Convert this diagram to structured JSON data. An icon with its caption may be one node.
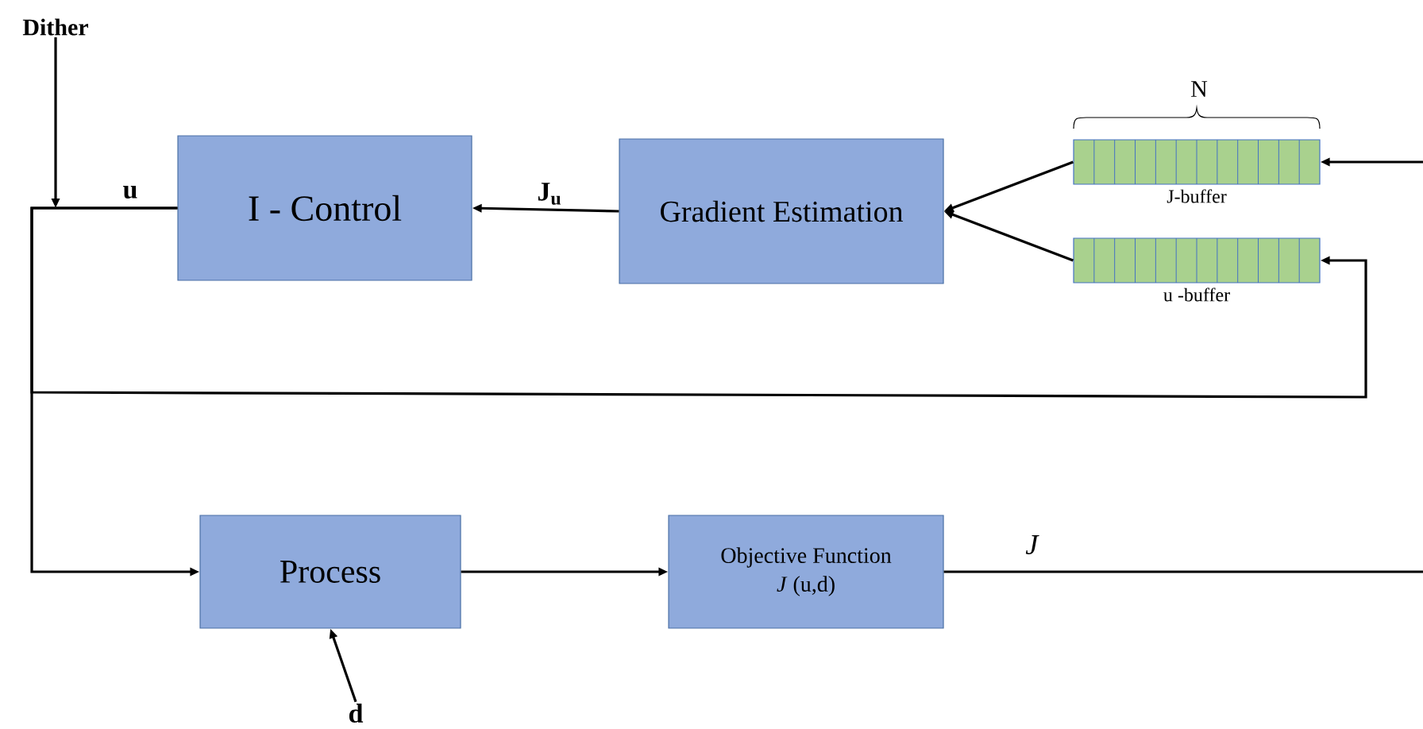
{
  "diagram": {
    "nodes": [
      {
        "text": [
          "Dither"
        ]
      },
      {
        "text": [
          "I - Control"
        ]
      },
      {
        "text": [
          "Gradient Estimation"
        ]
      },
      {
        "text": [
          "J-buffer"
        ]
      },
      {
        "text": [
          "u -buffer"
        ]
      },
      {
        "text": [
          "Process"
        ]
      },
      {
        "text": [
          "Objective Function",
          "*J* (u,d)"
        ]
      },
      {
        "text": [
          "d"
        ]
      }
    ],
    "edges": [
      {
        "from": 0,
        "to": null,
        "arrow": "to"
      },
      {
        "from": 1,
        "to": 5,
        "arrow": "to",
        "label": "u"
      },
      {
        "from": 1,
        "to": 4,
        "arrow": "to"
      },
      {
        "from": 2,
        "to": 1,
        "arrow": "to",
        "label": "J$_{u}$"
      },
      {
        "from": 3,
        "to": 2,
        "arrow": "to"
      },
      {
        "from": 4,
        "to": 2,
        "arrow": "to"
      },
      {
        "from": 5,
        "to": 6,
        "arrow": "to"
      },
      {
        "from": 6,
        "to": null,
        "arrow": "none",
        "label": "*J*"
      },
      {
        "from": null,
        "to": 3,
        "arrow": "to"
      },
      {
        "from": 7,
        "to": 5,
        "arrow": "to"
      }
    ],
    "labels": [
      "N"
    ]
  }
}
